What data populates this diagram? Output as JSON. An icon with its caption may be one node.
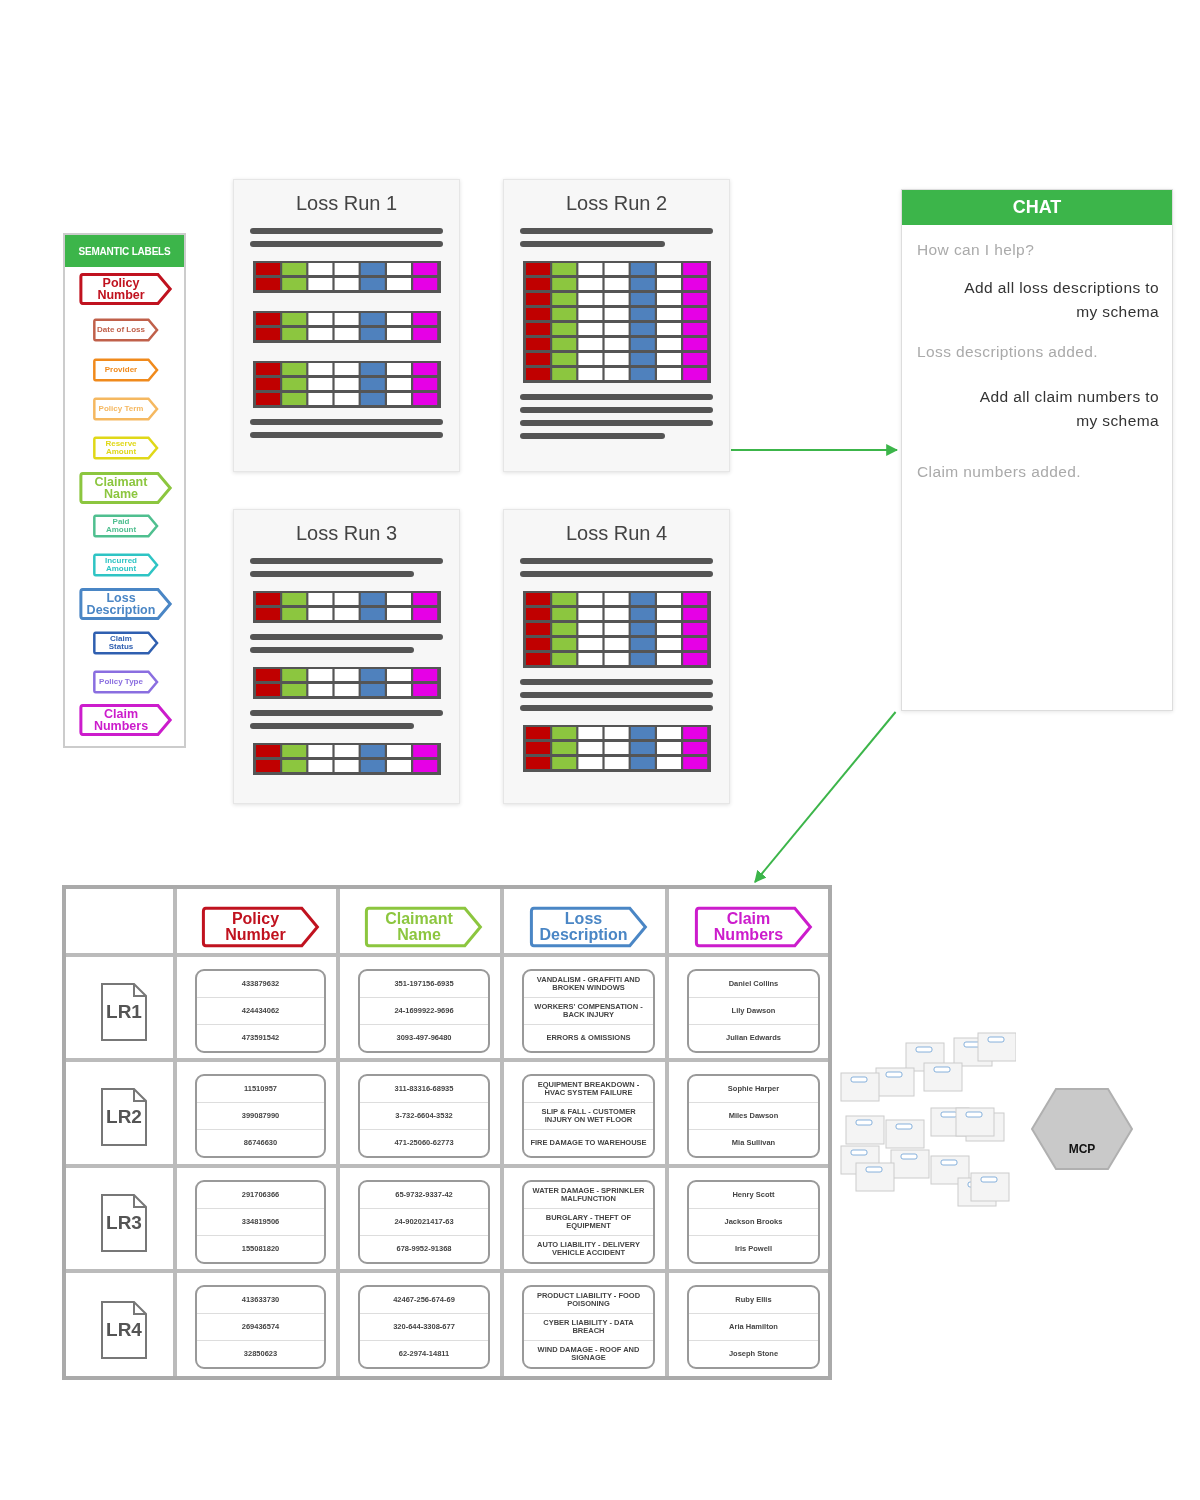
{
  "diagram": {
    "nodes": [
      {
        "text": [
          "SEMANTIC LABELS"
        ]
      },
      {
        "text": [
          "Policy Number"
        ],
        "in": 0
      },
      {
        "text": [
          "Date of Loss"
        ],
        "in": 0
      },
      {
        "text": [
          "Provider"
        ],
        "in": 0
      },
      {
        "text": [
          "Policy Term"
        ],
        "in": 0
      },
      {
        "text": [
          "Reserve Amount"
        ],
        "in": 0
      },
      {
        "text": [
          "Claimant Name"
        ],
        "in": 0
      },
      {
        "text": [
          "Paid Amount"
        ],
        "in": 0
      },
      {
        "text": [
          "Incurred Amount"
        ],
        "in": 0
      },
      {
        "text": [
          "Loss Description"
        ],
        "in": 0
      },
      {
        "text": [
          "Claim Status"
        ],
        "in": 0
      },
      {
        "text": [
          "Policy Type"
        ],
        "in": 0
      },
      {
        "text": [
          "Claim Numbers"
        ],
        "in": 0
      },
      {
        "text": [
          "Loss Run 1"
        ]
      },
      {
        "text": [
          "Loss Run 2"
        ]
      },
      {
        "text": [
          "Loss Run 3"
        ]
      },
      {
        "text": [
          "Loss Run 4"
        ]
      },
      {
        "text": [
          "CHAT",
          "How can I help?",
          "Add all loss descriptions to my schema",
          "Loss descriptions added.",
          "Add all claim numbers to my schema",
          "Claim numbers added."
        ]
      },
      {
        "text": [],
        "shape": "box"
      },
      {
        "text": [
          "Policy Number"
        ],
        "in": 18
      },
      {
        "text": [
          "Claimant Name"
        ],
        "in": 18
      },
      {
        "text": [
          "Loss Description"
        ],
        "in": 18
      },
      {
        "text": [
          "Claim Numbers"
        ],
        "in": 18
      },
      {
        "text": [
          "LR1"
        ],
        "in": 18
      },
      {
        "text": [
          "433879632",
          "424434062",
          "473591542"
        ],
        "in": 18
      },
      {
        "text": [
          "351-197156-6935",
          "24-1699922-9696",
          "3093-497-96480"
        ],
        "in": 18
      },
      {
        "text": [
          "VANDALISM - GRAFFITI AND BROKEN WINDOWS",
          "WORKERS' COMPENSATION - BACK INJURY",
          "ERRORS & OMISSIONS"
        ],
        "in": 18
      },
      {
        "text": [
          "Daniel Collins",
          "Lily Dawson",
          "Julian Edwards"
        ],
        "in": 18
      },
      {
        "text": [
          "LR2"
        ],
        "in": 18
      },
      {
        "text": [
          "11510957",
          "399087990",
          "86746630"
        ],
        "in": 18
      },
      {
        "text": [
          "311-83316-68935",
          "3-732-6604-3532",
          "471-25060-62773"
        ],
        "in": 18
      },
      {
        "text": [
          "EQUIPMENT BREAKDOWN - HVAC SYSTEM FAILURE",
          "SLIP & FALL - CUSTOMER INJURY ON WET FLOOR",
          "FIRE DAMAGE TO WAREHOUSE"
        ],
        "in": 18
      },
      {
        "text": [
          "Sophie Harper",
          "Miles Dawson",
          "Mia Sullivan"
        ],
        "in": 18
      },
      {
        "text": [
          "LR3"
        ],
        "in": 18
      },
      {
        "text": [
          "291706366",
          "334819506",
          "155081820"
        ],
        "in": 18
      },
      {
        "text": [
          "65-9732-9337-42",
          "24-902021417-63",
          "678-9952-91368"
        ],
        "in": 18
      },
      {
        "text": [
          "WATER DAMAGE - SPRINKLER MALFUNCTION",
          "BURGLARY - THEFT OF EQUIPMENT",
          "AUTO LIABILITY - DELIVERY VEHICLE ACCIDENT"
        ],
        "in": 18
      },
      {
        "text": [
          "Henry Scott",
          "Jackson Brooks",
          "Iris Powell"
        ],
        "in": 18
      },
      {
        "text": [
          "LR4"
        ],
        "in": 18
      },
      {
        "text": [
          "413633730",
          "269436574",
          "32850623"
        ],
        "in": 18
      },
      {
        "text": [
          "42467-256-674-69",
          "320-644-3308-677",
          "62-2974-14811"
        ],
        "in": 18
      },
      {
        "text": [
          "PRODUCT LIABILITY - FOOD POISONING",
          "CYBER LIABILITY - DATA BREACH",
          "WIND DAMAGE - ROOF AND SIGNAGE"
        ],
        "in": 18
      },
      {
        "text": [
          "Ruby Ellis",
          "Aria Hamilton",
          "Joseph Stone"
        ],
        "in": 18
      },
      {
        "text": [
          "MCP"
        ]
      }
    ],
    "edges": [
      {
        "from": 14,
        "to": 17,
        "arrow": "to"
      },
      {
        "from": 17,
        "to": 18,
        "arrow": "to"
      }
    ]
  }
}
